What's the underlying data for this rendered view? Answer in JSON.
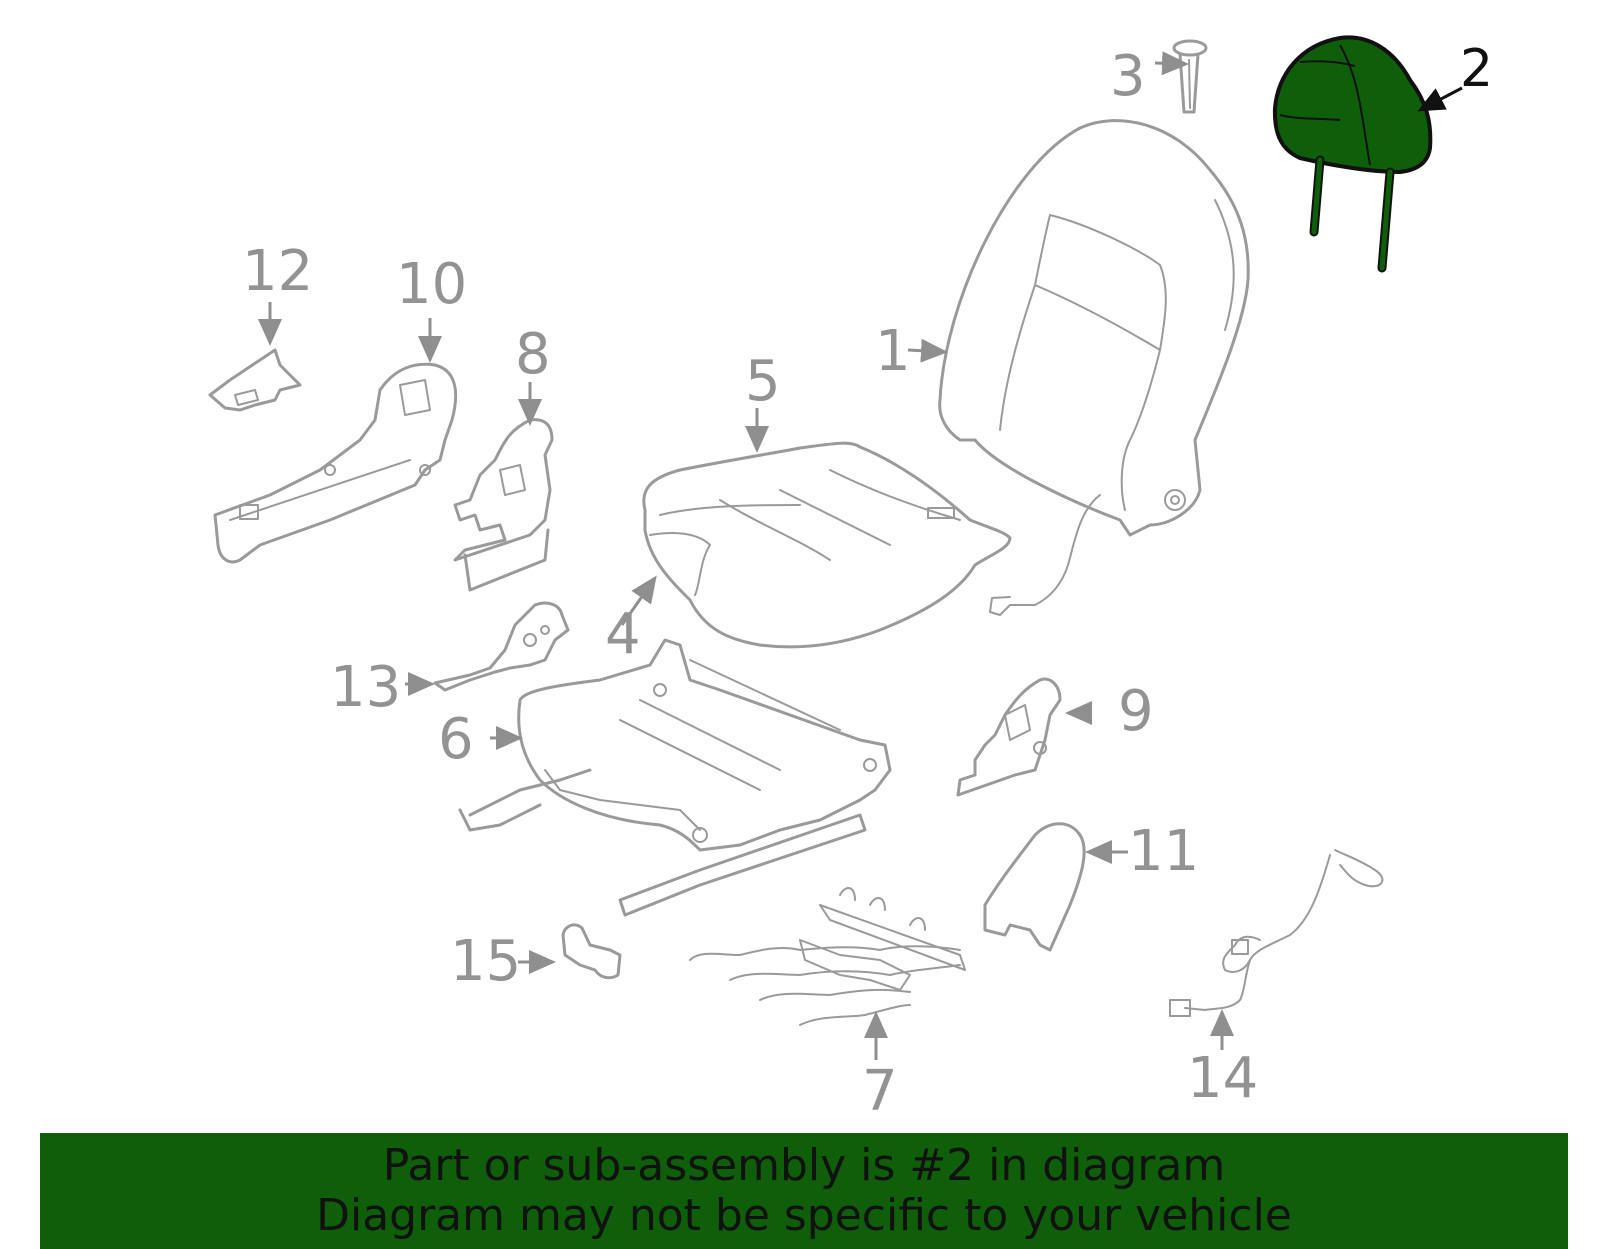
{
  "colors": {
    "highlight_fill": "#0f5f0a",
    "part_stroke": "#9a9a9a",
    "callout_text": "#939393",
    "highlight_text": "#111111",
    "banner_bg": "#0f5f0a"
  },
  "callouts": {
    "c1": "1",
    "c2": "2",
    "c3": "3",
    "c4": "4",
    "c5": "5",
    "c6": "6",
    "c7": "7",
    "c8": "8",
    "c9": "9",
    "c10": "10",
    "c11": "11",
    "c12": "12",
    "c13": "13",
    "c14": "14",
    "c15": "15"
  },
  "highlighted_part": "2",
  "banner": {
    "line1": "Part or sub-assembly is #2 in diagram",
    "line2": "Diagram may not be specific to your vehicle"
  }
}
